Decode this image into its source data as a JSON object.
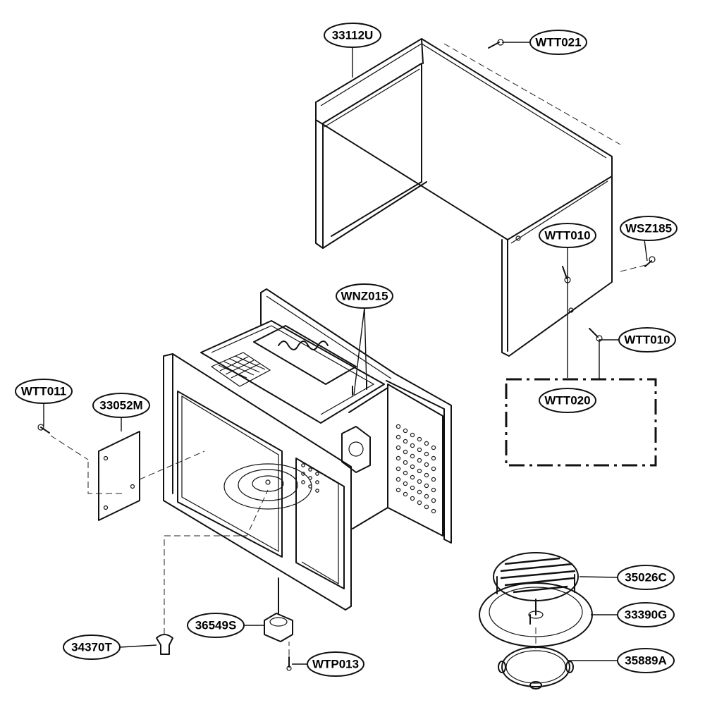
{
  "diagram": {
    "part_labels": [
      {
        "id": "outer_case",
        "text": "33112U"
      },
      {
        "id": "screw_top_rear",
        "text": "WTT021"
      },
      {
        "id": "screw_right_side",
        "text": "WSZ185"
      },
      {
        "id": "screw_case_upper",
        "text": "WTT010"
      },
      {
        "id": "screw_case_lower",
        "text": "WTT010"
      },
      {
        "id": "screw_bracket",
        "text": "WTT020"
      },
      {
        "id": "screw_cavity_top",
        "text": "WNZ015"
      },
      {
        "id": "screw_cover_plate",
        "text": "WTT011"
      },
      {
        "id": "cover_plate",
        "text": "33052M"
      },
      {
        "id": "motor",
        "text": "36549S"
      },
      {
        "id": "coupler",
        "text": "34370T"
      },
      {
        "id": "screw_motor",
        "text": "WTP013"
      },
      {
        "id": "rack",
        "text": "35026C"
      },
      {
        "id": "tray",
        "text": "33390G"
      },
      {
        "id": "roller_ring",
        "text": "35889A"
      }
    ]
  }
}
